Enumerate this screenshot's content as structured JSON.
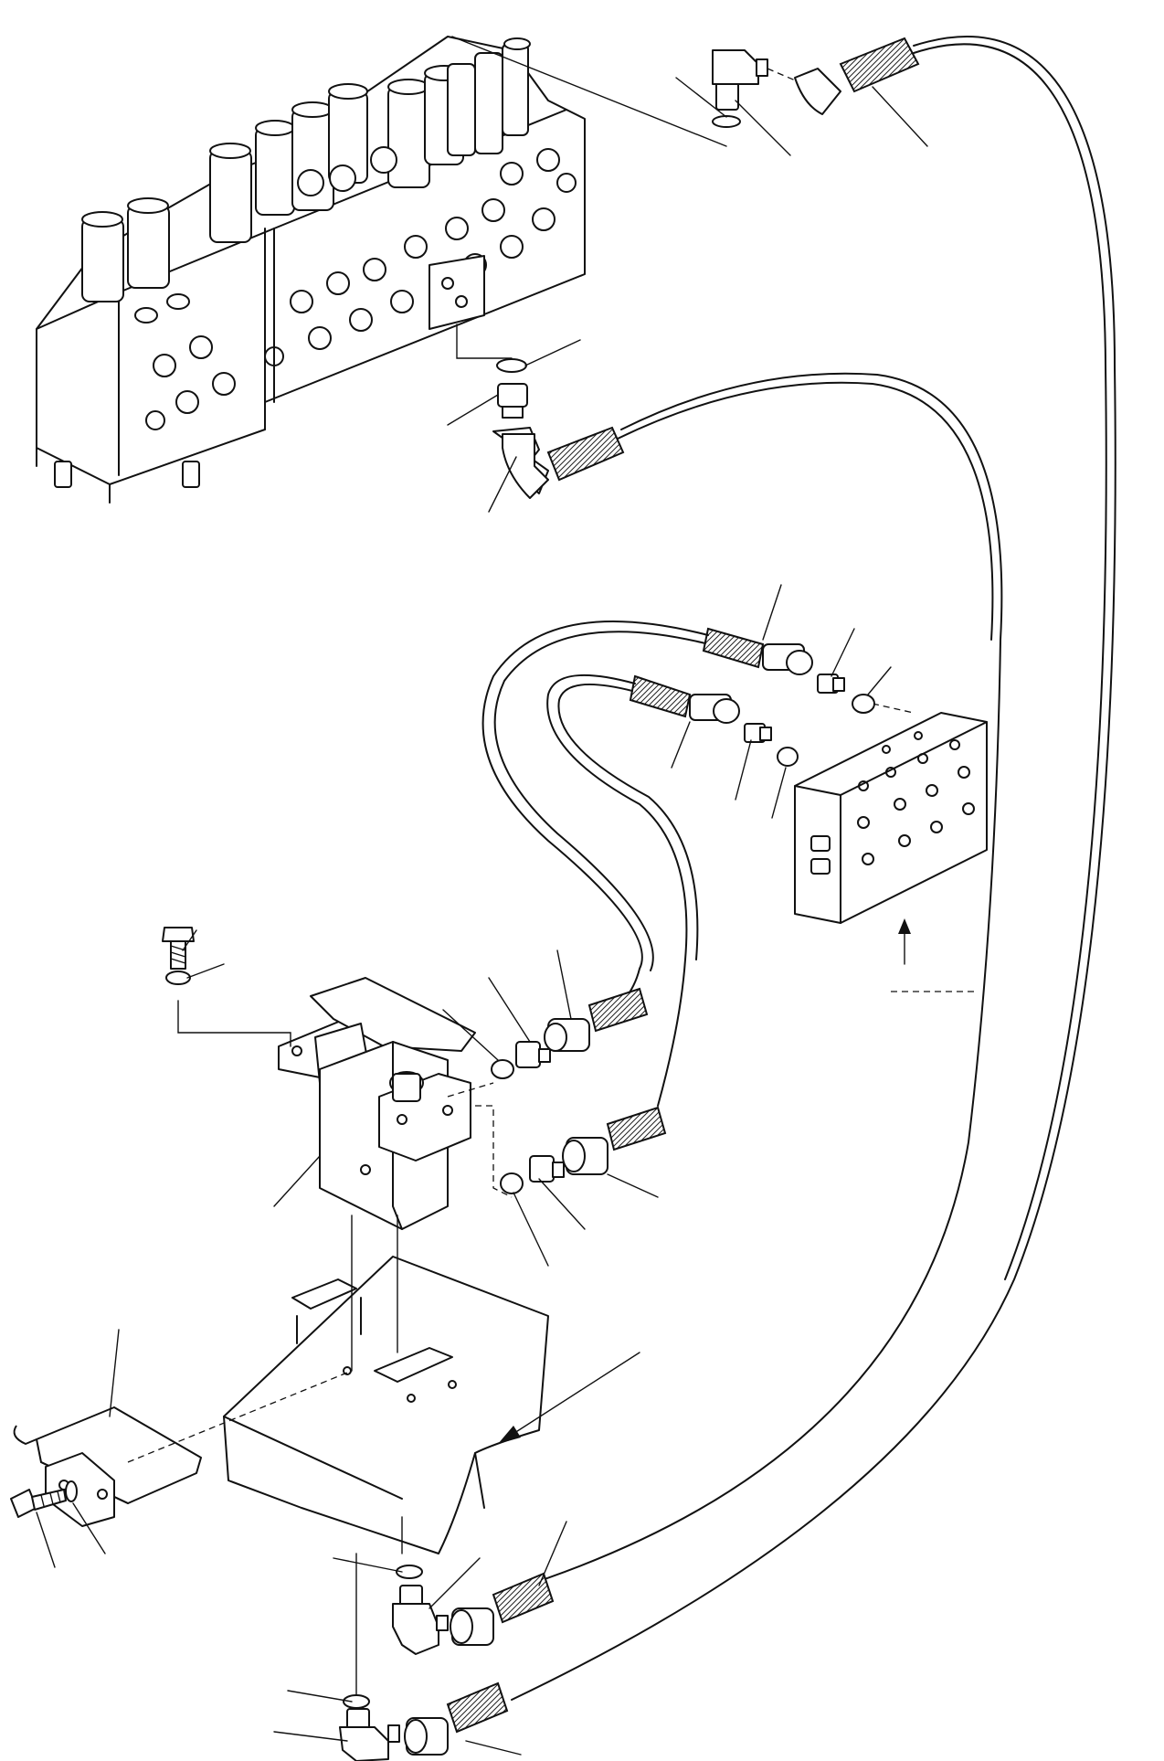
{
  "drawing": {
    "type": "exploded-parts-diagram",
    "assemblies": [
      "control-valve",
      "pedal-valve",
      "floor-plate",
      "cover-plate",
      "manifold-block",
      "hoses",
      "elbow-fittings",
      "adapters",
      "o-rings",
      "bolts",
      "washers"
    ],
    "callout_numbers_visible": false,
    "line_color": "#111111",
    "background_color": "#ffffff"
  }
}
